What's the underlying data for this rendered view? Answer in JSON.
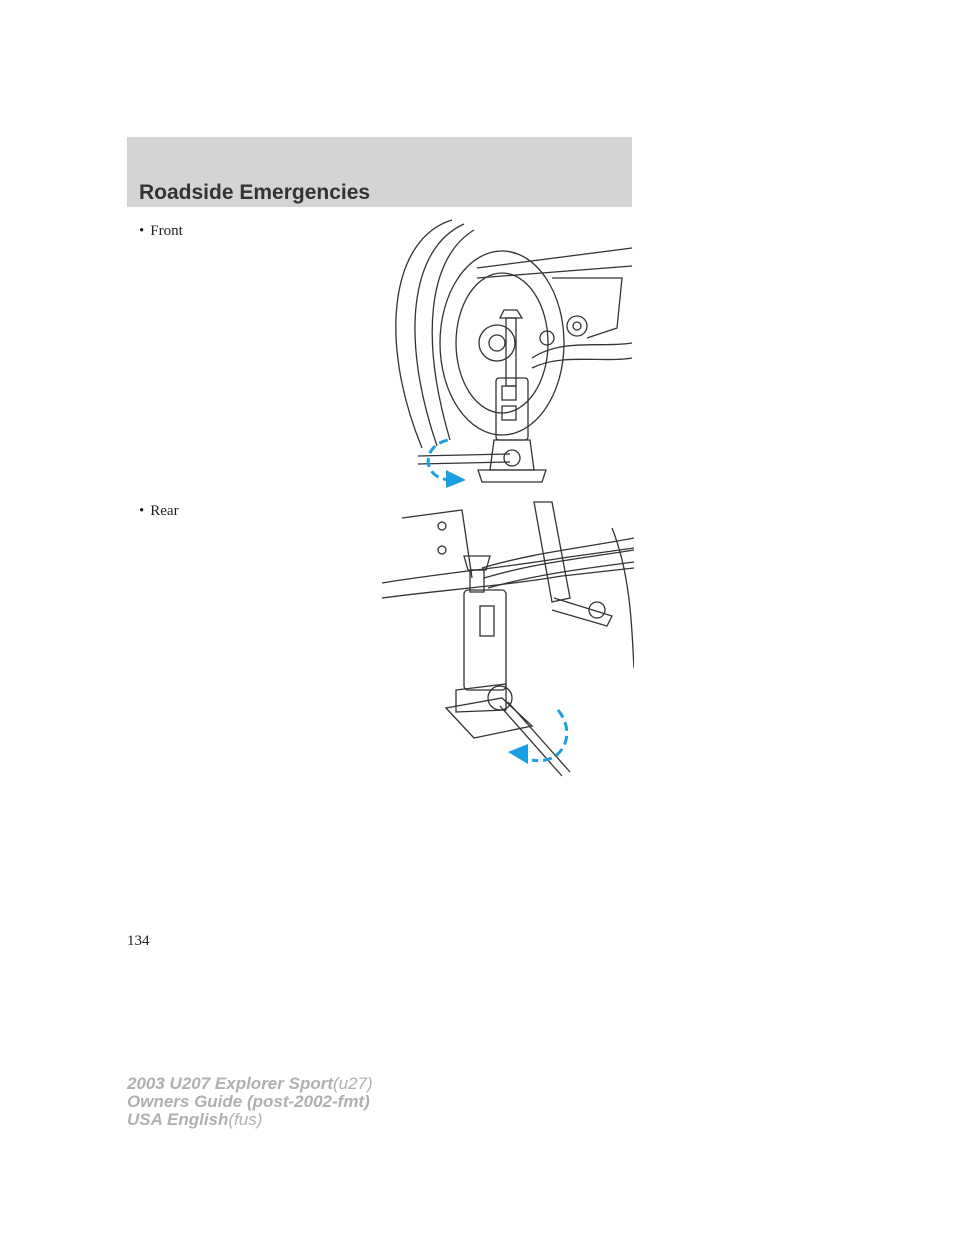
{
  "header": {
    "title": "Roadside Emergencies"
  },
  "sections": {
    "front": {
      "label": "Front"
    },
    "rear": {
      "label": "Rear"
    }
  },
  "page_number": "134",
  "footer": {
    "line1_main": "2003 U207 Explorer Sport",
    "line1_code": "(u27)",
    "line2_main": "Owners Guide (post-2002-fmt)",
    "line3_main": "USA English",
    "line3_code": "(fus)"
  },
  "colors": {
    "arrow": "#1aa0e0",
    "header_band": "#d4d4d4"
  }
}
